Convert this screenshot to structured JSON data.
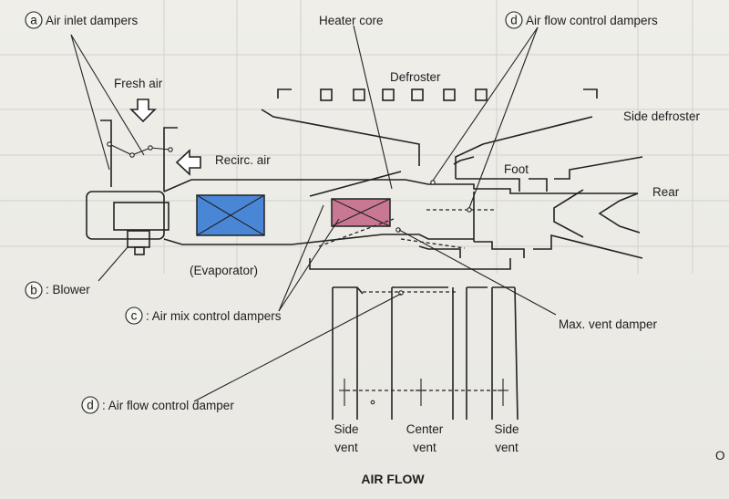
{
  "labels": {
    "air_inlet_dampers": "Air inlet dampers",
    "heater_core": "Heater core",
    "air_flow_control_dampers": "Air flow control dampers",
    "fresh_air": "Fresh air",
    "defroster": "Defroster",
    "side_defroster": "Side defroster",
    "recirc_air": "Recirc. air",
    "foot": "Foot",
    "rear": "Rear",
    "evaporator": "(Evaporator)",
    "blower": ": Blower",
    "air_mix_control_dampers": ": Air mix control dampers",
    "max_vent_damper": "Max. vent damper",
    "air_flow_control_damper": ": Air flow control damper",
    "side_vent_left_1": "Side",
    "side_vent_left_2": "vent",
    "center_vent_1": "Center",
    "center_vent_2": "vent",
    "side_vent_right_1": "Side",
    "side_vent_right_2": "vent",
    "title": "AIR FLOW",
    "edge_letter": "O"
  },
  "markers": {
    "a": "a",
    "b": "b",
    "c": "c",
    "d_top": "d",
    "d_bottom": "d"
  },
  "colors": {
    "evaporator": "#4a86d6",
    "heater_core": "#c97894",
    "ink": "#222222"
  }
}
